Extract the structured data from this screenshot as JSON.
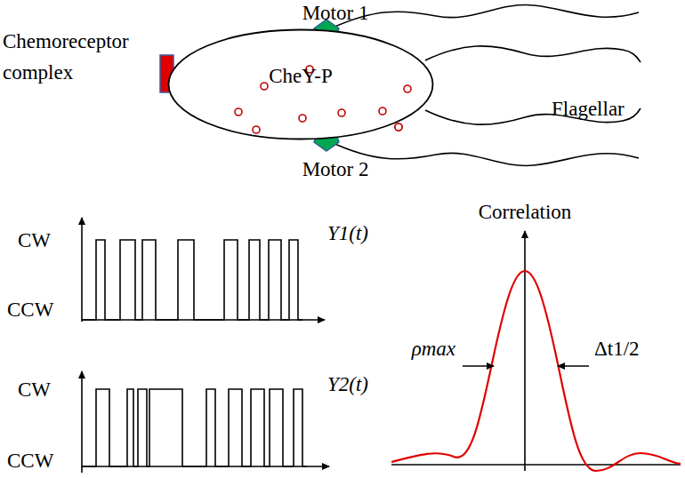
{
  "diagram": {
    "nodes": [
      {
        "text": [
          "CheY-P"
        ]
      }
    ],
    "labels": [
      "Motor 1",
      "Chemoreceptor complex",
      "Flagellar",
      "Motor 2",
      "CW",
      "CCW",
      "Y1(t)",
      "CW",
      "CCW",
      "Y2(t)",
      "Correlation",
      "ρmax",
      "Δt1/2"
    ]
  }
}
